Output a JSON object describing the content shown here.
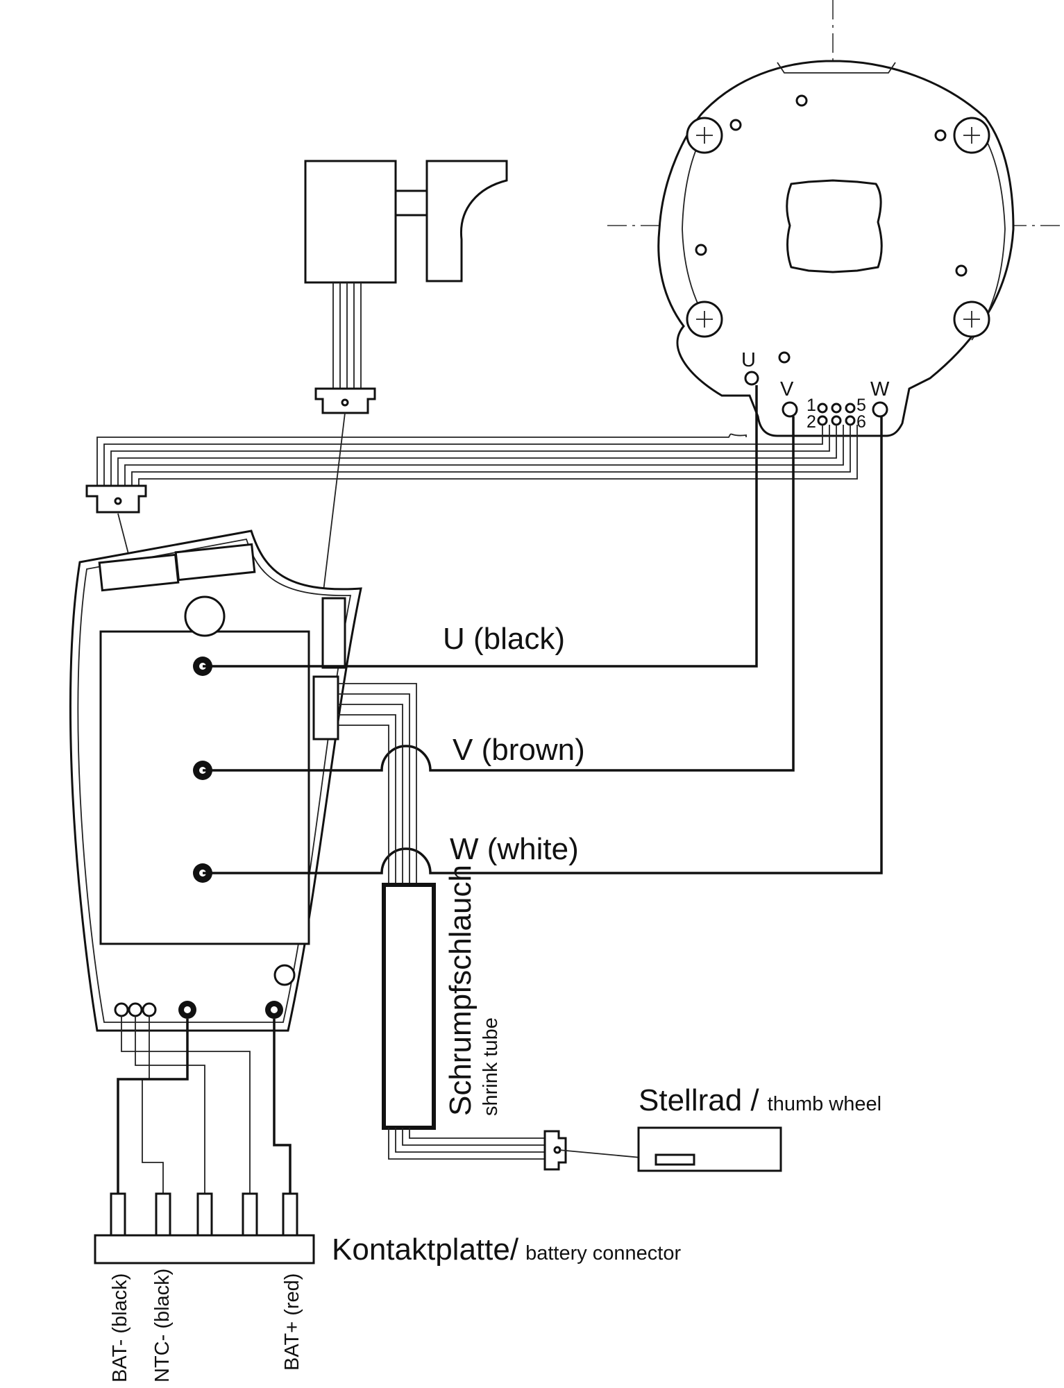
{
  "labels": {
    "phase_u": "U   (black)",
    "phase_v": "V   (brown)",
    "phase_w": "W  (white)",
    "shrink_tube_de": "Schrumpfschlauch",
    "shrink_tube_en": "shrink tube",
    "thumb_wheel_de": "Stellrad /",
    "thumb_wheel_en": "thumb wheel",
    "battery_connector_de": "Kontaktplatte/",
    "battery_connector_en": "battery connector",
    "bat_minus": "BAT- (black)",
    "ntc_minus": "NTC- (black)",
    "bat_plus": "BAT+ (red)"
  },
  "motor_terminals": {
    "u": "U",
    "v": "V",
    "w": "W",
    "pin1": "1",
    "pin2": "2",
    "pin5": "5",
    "pin6": "6"
  }
}
